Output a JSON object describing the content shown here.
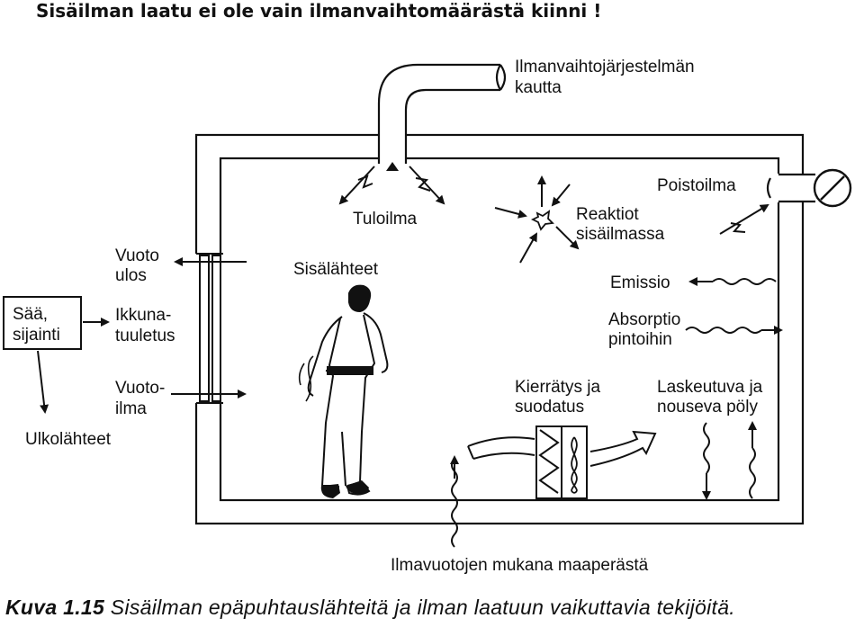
{
  "title": "Sisäilman laatu ei ole vain ilmanvaihtomäärästä kiinni !",
  "labels": {
    "ventilation_line1": "Ilmanvaihtojärjestelmän",
    "ventilation_line2": "kautta",
    "supply_air": "Tuloilma",
    "exhaust_air": "Poistoilma",
    "reactions_line1": "Reaktiot",
    "reactions_line2": "sisäilmassa",
    "leak_out_line1": "Vuoto",
    "leak_out_line2": "ulos",
    "indoor_sources": "Sisälähteet",
    "weather_line1": "Sää,",
    "weather_line2": "sijainti",
    "window_vent_line1": "Ikkuna-",
    "window_vent_line2": "tuuletus",
    "leak_in_line1": "Vuoto-",
    "leak_in_line2": "ilma",
    "outdoor_sources": "Ulkolähteet",
    "emission": "Emissio",
    "absorption_line1": "Absorptio",
    "absorption_line2": "pintoihin",
    "recirc_line1": "Kierrätys ja",
    "recirc_line2": "suodatus",
    "dust_line1": "Laskeutuva ja",
    "dust_line2": "nouseva pöly",
    "soil_leak": "Ilmavuotojen mukana maaperästä"
  },
  "caption": {
    "prefix": "Kuva 1.15",
    "text": " Sisäilman epäpuhtauslähteitä ja ilman laatuun vaikuttavia tekijöitä."
  },
  "colors": {
    "ink": "#111111",
    "background": "#ffffff"
  }
}
